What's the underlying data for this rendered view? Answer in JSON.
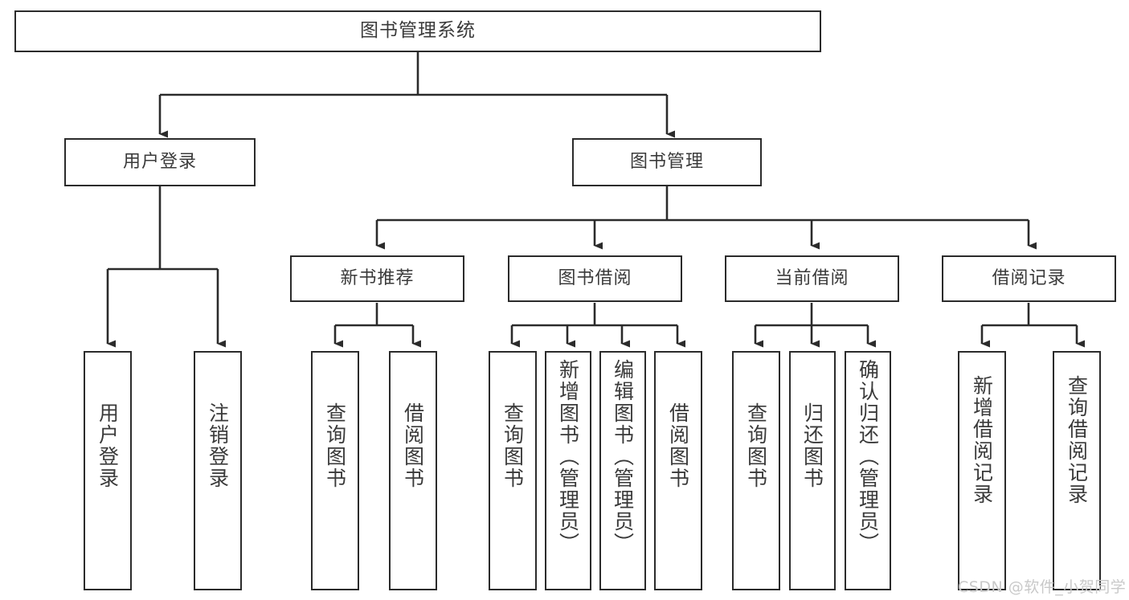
{
  "diagram": {
    "type": "tree-hierarchy",
    "title": "图书管理系统",
    "watermark": "CSDN @软件_小贺同学",
    "colors": {
      "stroke": "#2b2b2b",
      "fill": "#ffffff",
      "text": "#3a3a3a",
      "watermark": "#c9c9c9"
    },
    "nodes": {
      "root": {
        "label": "图书管理系统",
        "level": 1
      },
      "user_login": {
        "label": "用户登录",
        "level": 2
      },
      "book_manage": {
        "label": "图书管理",
        "level": 2
      },
      "new_book_rec": {
        "label": "新书推荐",
        "level": 3
      },
      "book_borrow": {
        "label": "图书借阅",
        "level": 3
      },
      "current_borrow": {
        "label": "当前借阅",
        "level": 3
      },
      "borrow_record": {
        "label": "借阅记录",
        "level": 3
      },
      "leaf_user_login": {
        "label": "用户登录",
        "level": 4
      },
      "leaf_logout": {
        "label": "注销登录",
        "level": 4
      },
      "leaf_query_book_1": {
        "label": "查询图书",
        "level": 4
      },
      "leaf_borrow_book_1": {
        "label": "借阅图书",
        "level": 4
      },
      "leaf_query_book_2": {
        "label": "查询图书",
        "level": 4
      },
      "leaf_add_book": {
        "label": "新增图书（管理员）",
        "level": 4
      },
      "leaf_edit_book": {
        "label": "编辑图书（管理员）",
        "level": 4
      },
      "leaf_borrow_book_2": {
        "label": "借阅图书",
        "level": 4
      },
      "leaf_query_book_3": {
        "label": "查询图书",
        "level": 4
      },
      "leaf_return_book": {
        "label": "归还图书",
        "level": 4
      },
      "leaf_confirm_return": {
        "label": "确认归还（管理员）",
        "level": 4
      },
      "leaf_add_record": {
        "label": "新增借阅记录",
        "level": 4
      },
      "leaf_query_record": {
        "label": "查询借阅记录",
        "level": 4
      }
    },
    "edges": [
      {
        "from": "root",
        "to": "user_login"
      },
      {
        "from": "root",
        "to": "book_manage"
      },
      {
        "from": "book_manage",
        "to": "new_book_rec"
      },
      {
        "from": "book_manage",
        "to": "book_borrow"
      },
      {
        "from": "book_manage",
        "to": "current_borrow"
      },
      {
        "from": "book_manage",
        "to": "borrow_record"
      },
      {
        "from": "user_login",
        "to": "leaf_user_login"
      },
      {
        "from": "user_login",
        "to": "leaf_logout"
      },
      {
        "from": "new_book_rec",
        "to": "leaf_query_book_1"
      },
      {
        "from": "new_book_rec",
        "to": "leaf_borrow_book_1"
      },
      {
        "from": "book_borrow",
        "to": "leaf_query_book_2"
      },
      {
        "from": "book_borrow",
        "to": "leaf_add_book"
      },
      {
        "from": "book_borrow",
        "to": "leaf_edit_book"
      },
      {
        "from": "book_borrow",
        "to": "leaf_borrow_book_2"
      },
      {
        "from": "current_borrow",
        "to": "leaf_query_book_3"
      },
      {
        "from": "current_borrow",
        "to": "leaf_return_book"
      },
      {
        "from": "current_borrow",
        "to": "leaf_confirm_return"
      },
      {
        "from": "borrow_record",
        "to": "leaf_add_record"
      },
      {
        "from": "borrow_record",
        "to": "leaf_query_record"
      }
    ]
  }
}
